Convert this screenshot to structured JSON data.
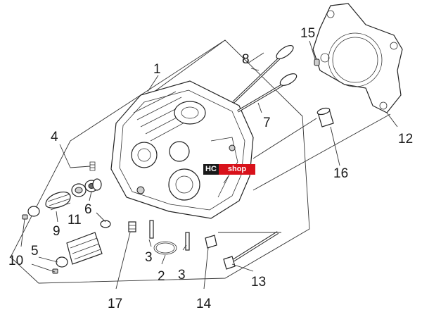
{
  "callouts": {
    "c1": "1",
    "c2": "2",
    "c3a": "3",
    "c3b": "3",
    "c4": "4",
    "c5": "5",
    "c6": "6",
    "c7": "7",
    "c8": "8",
    "c9": "9",
    "c10": "10",
    "c11": "11",
    "c12": "12",
    "c13": "13",
    "c14": "14",
    "c15": "15",
    "c16": "16",
    "c17": "17"
  },
  "watermark": {
    "prefix": "HC",
    "suffix": "shop",
    "colors": {
      "prefix_bg": "#1a1a1a",
      "suffix_bg": "#d8121b"
    }
  }
}
